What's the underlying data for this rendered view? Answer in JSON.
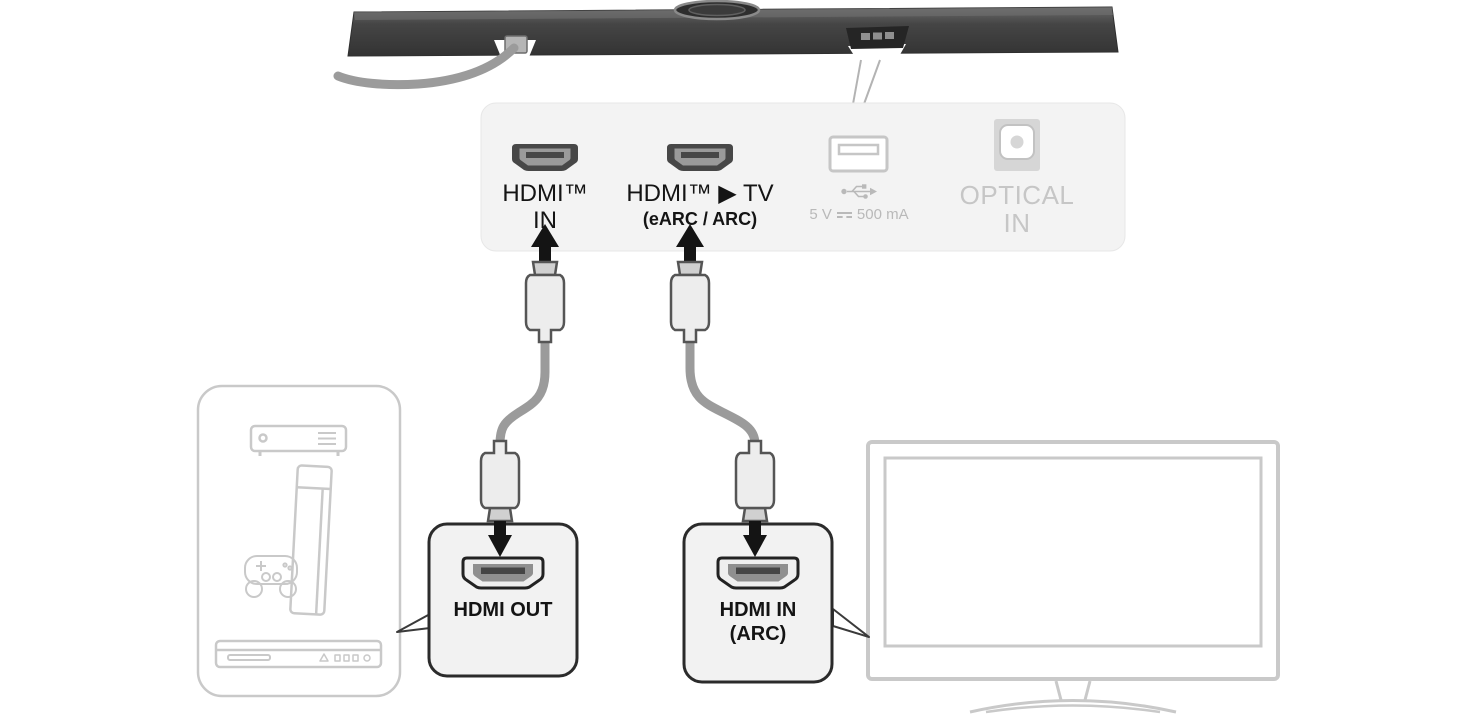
{
  "panel": {
    "hdmi_in": {
      "line1": "HDMI™",
      "line2": "IN"
    },
    "hdmi_tv": {
      "line1": "HDMI™ ▶ TV",
      "line2": "(eARC / ARC)"
    },
    "usb": {
      "label_voltage": "5 V",
      "label_current": "500 mA"
    },
    "optical": {
      "line1": "OPTICAL",
      "line2": "IN"
    }
  },
  "source_device": {
    "port_label": "HDMI OUT"
  },
  "tv_device": {
    "port_line1": "HDMI IN",
    "port_line2": "(ARC)"
  },
  "icons": {
    "usb": "usb-trident-icon",
    "dc_power": "dc-symbol-icon"
  },
  "colors": {
    "active_text": "#141414",
    "disabled_text": "#c2c2c2",
    "panel_bg": "#f3f3f3",
    "cable": "#9b9b9b",
    "device_outline": "#c9c9c9",
    "box_border": "#2b2b2b",
    "soundbar_dark": "#3f3f3f"
  }
}
